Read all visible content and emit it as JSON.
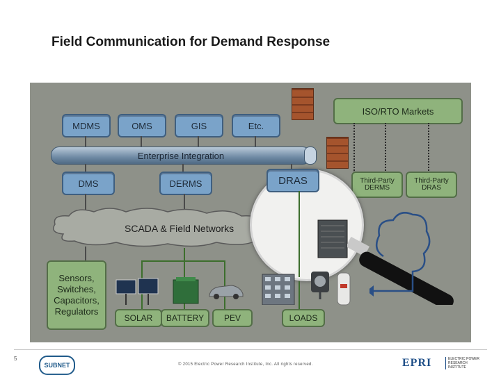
{
  "slide": {
    "title": "Field Communication for Demand Response",
    "page_number": "5",
    "copyright": "© 2015 Electric Power Research Institute, Inc. All rights reserved.",
    "logo_left": "SUBNET",
    "logo_right": "EPRI",
    "logo_right_sub": "ELECTRIC POWER RESEARCH INSTITUTE"
  },
  "diagram": {
    "top_row": [
      "MDMS",
      "OMS",
      "GIS",
      "Etc."
    ],
    "integration": "Enterprise Integration",
    "middle_row": [
      "DMS",
      "DERMS",
      "DRAS"
    ],
    "iso": "ISO/RTO Markets",
    "third_party": [
      "Third-Party DERMS",
      "Third-Party DRAS"
    ],
    "network": "SCADA & Field Networks",
    "field_devices": [
      "Sensors,",
      "Switches,",
      "Capacitors,",
      "Regulators"
    ],
    "endpoints": [
      "SOLAR",
      "BATTERY",
      "PEV",
      "LOADS"
    ]
  },
  "colors": {
    "blue_box": "#7aa3c9",
    "green_box": "#8fb37c",
    "background": "#8e9189"
  }
}
